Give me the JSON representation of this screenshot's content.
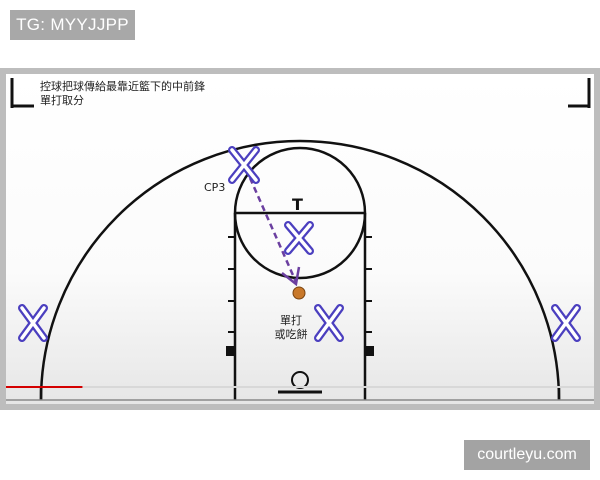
{
  "watermark_top": {
    "text": "TG: MYYJJPP"
  },
  "watermark_bottom": {
    "text": "courtleyu.com"
  },
  "court": {
    "caption_line1": "控球把球傳給最靠近籃下的中前鋒",
    "caption_line2": "單打取分",
    "player_label": "CP3",
    "center_label": "T",
    "note_line1": "單打",
    "note_line2": "或吃餅",
    "colors": {
      "player_mark": "#4b3fbf",
      "pass_arrow": "#6b3fa0",
      "ball": "#c8782a",
      "progress": "#d40000"
    }
  },
  "video": {
    "progress": 0.13
  }
}
